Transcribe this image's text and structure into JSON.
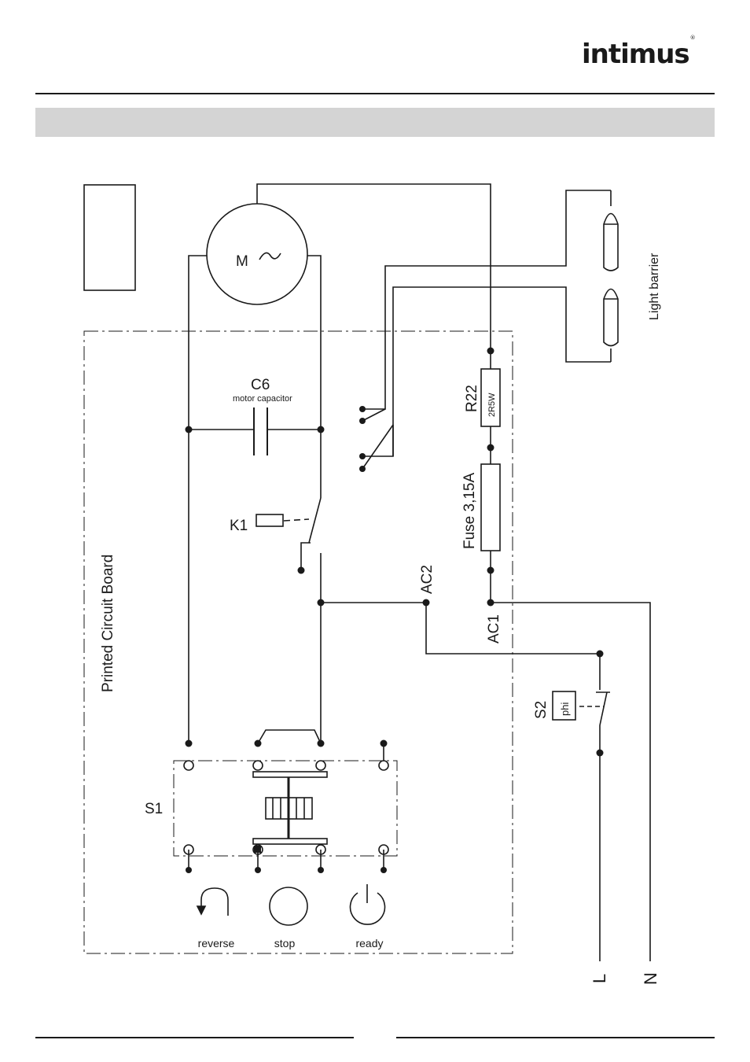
{
  "header": {
    "logo_text": "intimus",
    "logo_mark": "®"
  },
  "diagram": {
    "motor_label": "M",
    "capacitor_label": "C6",
    "capacitor_note": "motor capacitor",
    "relay_label": "K1",
    "resistor_label": "R22",
    "resistor_value": "2R5W",
    "fuse_label": "Fuse 3,15A",
    "node_ac1": "AC1",
    "node_ac2": "AC2",
    "light_barrier_label": "Light barrier",
    "pcb_label": "Printed Circuit Board",
    "switch_s1_label": "S1",
    "switch_s2_label": "S2",
    "switch_s2_box": "phi",
    "mains_l": "L",
    "mains_n": "N",
    "buttons": [
      {
        "label": "reverse",
        "icon": "reverse-arrow-icon"
      },
      {
        "label": "stop",
        "icon": "stop-circle-icon"
      },
      {
        "label": "ready",
        "icon": "power-icon"
      }
    ]
  },
  "colors": {
    "ink": "#1a1a1a",
    "title_bar": "#d4d4d4",
    "background": "#ffffff"
  }
}
